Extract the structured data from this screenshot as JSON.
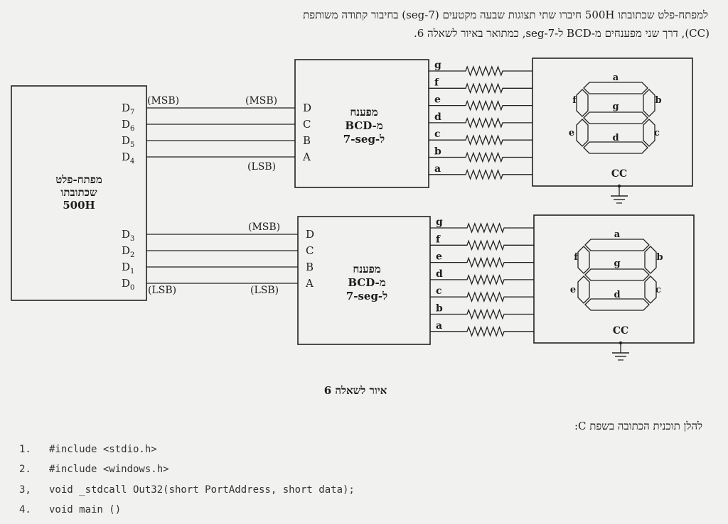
{
  "intro": {
    "line1": "למפתח-פלט שכתובתו 500H חיברו שתי תצוגות שבעה מקטעים (7-seg) בחיבור קתודה משותפת",
    "line2": "(CC), דרך שני מפענחים מ-BCD ל-7-seg, כמתואר באיור לשאלה 6."
  },
  "port": {
    "label_line1": "מפתח-פלט",
    "label_line2": "שכתובתו",
    "label_line3": "500H",
    "pins_upper": [
      {
        "name": "D",
        "sub": "7"
      },
      {
        "name": "D",
        "sub": "6"
      },
      {
        "name": "D",
        "sub": "5"
      },
      {
        "name": "D",
        "sub": "4"
      }
    ],
    "pins_lower": [
      {
        "name": "D",
        "sub": "3"
      },
      {
        "name": "D",
        "sub": "2"
      },
      {
        "name": "D",
        "sub": "1"
      },
      {
        "name": "D",
        "sub": "0"
      }
    ],
    "msb_label": "(MSB)",
    "lsb_label": "(LSB)"
  },
  "decoder": {
    "label_line1": "מפענח",
    "label_line2": "BCD-מ",
    "label_line3": "7-seg-ל",
    "inputs": [
      "D",
      "C",
      "B",
      "A"
    ],
    "outputs": [
      "g",
      "f",
      "e",
      "d",
      "c",
      "b",
      "a"
    ],
    "msb_label": "(MSB)",
    "lsb_label": "(LSB)"
  },
  "display": {
    "segments": [
      "a",
      "b",
      "c",
      "d",
      "e",
      "f",
      "g"
    ],
    "cc_label": "CC"
  },
  "caption": "איור לשאלה 6",
  "code_intro": "להלן תוכנית הכתובה בשפת C:",
  "code_lines": [
    {
      "num": "1.",
      "text": "#include <stdio.h>"
    },
    {
      "num": "2.",
      "text": "#include <windows.h>"
    },
    {
      "num": "3,",
      "text": "void _stdcall Out32(short PortAddress, short data);"
    },
    {
      "num": "4.",
      "text": "void main ()"
    }
  ]
}
